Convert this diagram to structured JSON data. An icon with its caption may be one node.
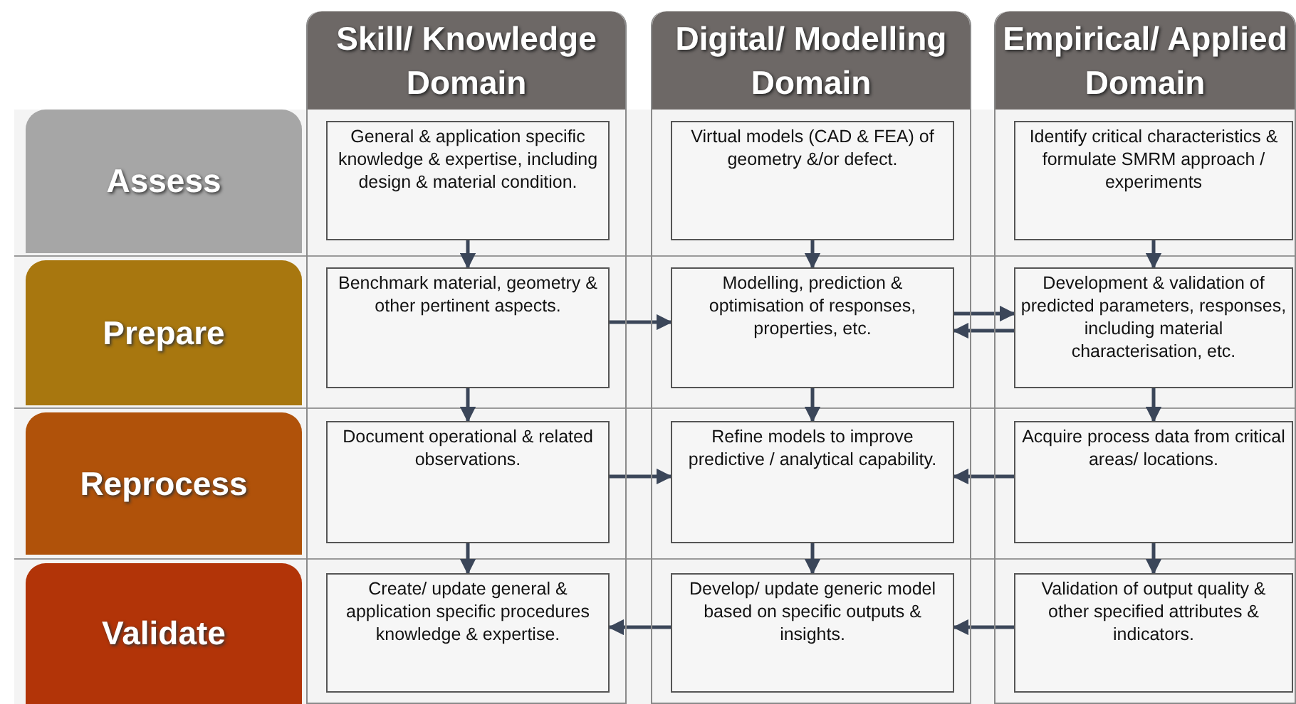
{
  "diagram": {
    "nodes": [
      {
        "text": [
          "Skill/ Knowledge Domain"
        ]
      },
      {
        "text": [
          "Digital/ Modelling Domain"
        ]
      },
      {
        "text": [
          "Empirical/ Applied Domain"
        ]
      },
      {
        "text": [
          "Assess"
        ]
      },
      {
        "text": [
          "General & application specific knowledge & expertise, including design & material condition."
        ],
        "in": 0
      },
      {
        "text": [
          "Virtual models (CAD & FEA) of geometry &/or defect."
        ],
        "in": 1
      },
      {
        "text": [
          "Identify critical characteristics & formulate SMRM approach / experiments"
        ],
        "in": 2
      },
      {
        "text": [
          "Prepare"
        ]
      },
      {
        "text": [
          "Benchmark material, geometry & other pertinent aspects."
        ],
        "in": 0
      },
      {
        "text": [
          "Modelling, prediction & optimisation of responses, properties, etc."
        ],
        "in": 1
      },
      {
        "text": [
          "Development & validation of predicted parameters, responses, including material characterisation, etc."
        ],
        "in": 2
      },
      {
        "text": [
          "Reprocess"
        ]
      },
      {
        "text": [
          "Document operational & related observations."
        ],
        "in": 0
      },
      {
        "text": [
          "Refine models to improve predictive / analytical capability."
        ],
        "in": 1
      },
      {
        "text": [
          "Acquire process data from critical areas/ locations."
        ],
        "in": 2
      },
      {
        "text": [
          "Validate"
        ]
      },
      {
        "text": [
          "Create/ update general & application specific procedures knowledge & expertise."
        ],
        "in": 0
      },
      {
        "text": [
          "Develop/ update generic model based on specific outputs & insights."
        ],
        "in": 1
      },
      {
        "text": [
          "Validation of output quality & other specified attributes & indicators."
        ],
        "in": 2
      }
    ],
    "edges": [
      {
        "from": 4,
        "to": 8,
        "arrow": "to"
      },
      {
        "from": 5,
        "to": 9,
        "arrow": "to"
      },
      {
        "from": 6,
        "to": 10,
        "arrow": "to"
      },
      {
        "from": 8,
        "to": 9,
        "arrow": "to"
      },
      {
        "from": 9,
        "to": 10,
        "arrow": "to"
      },
      {
        "from": 10,
        "to": 9,
        "arrow": "to"
      },
      {
        "from": 8,
        "to": 12,
        "arrow": "to"
      },
      {
        "from": 9,
        "to": 13,
        "arrow": "to"
      },
      {
        "from": 10,
        "to": 14,
        "arrow": "to"
      },
      {
        "from": 12,
        "to": 13,
        "arrow": "to"
      },
      {
        "from": 14,
        "to": 13,
        "arrow": "to"
      },
      {
        "from": 12,
        "to": 16,
        "arrow": "to"
      },
      {
        "from": 13,
        "to": 17,
        "arrow": "to"
      },
      {
        "from": 14,
        "to": 18,
        "arrow": "to"
      },
      {
        "from": 17,
        "to": 16,
        "arrow": "to"
      },
      {
        "from": 18,
        "to": 17,
        "arrow": "to"
      }
    ]
  }
}
